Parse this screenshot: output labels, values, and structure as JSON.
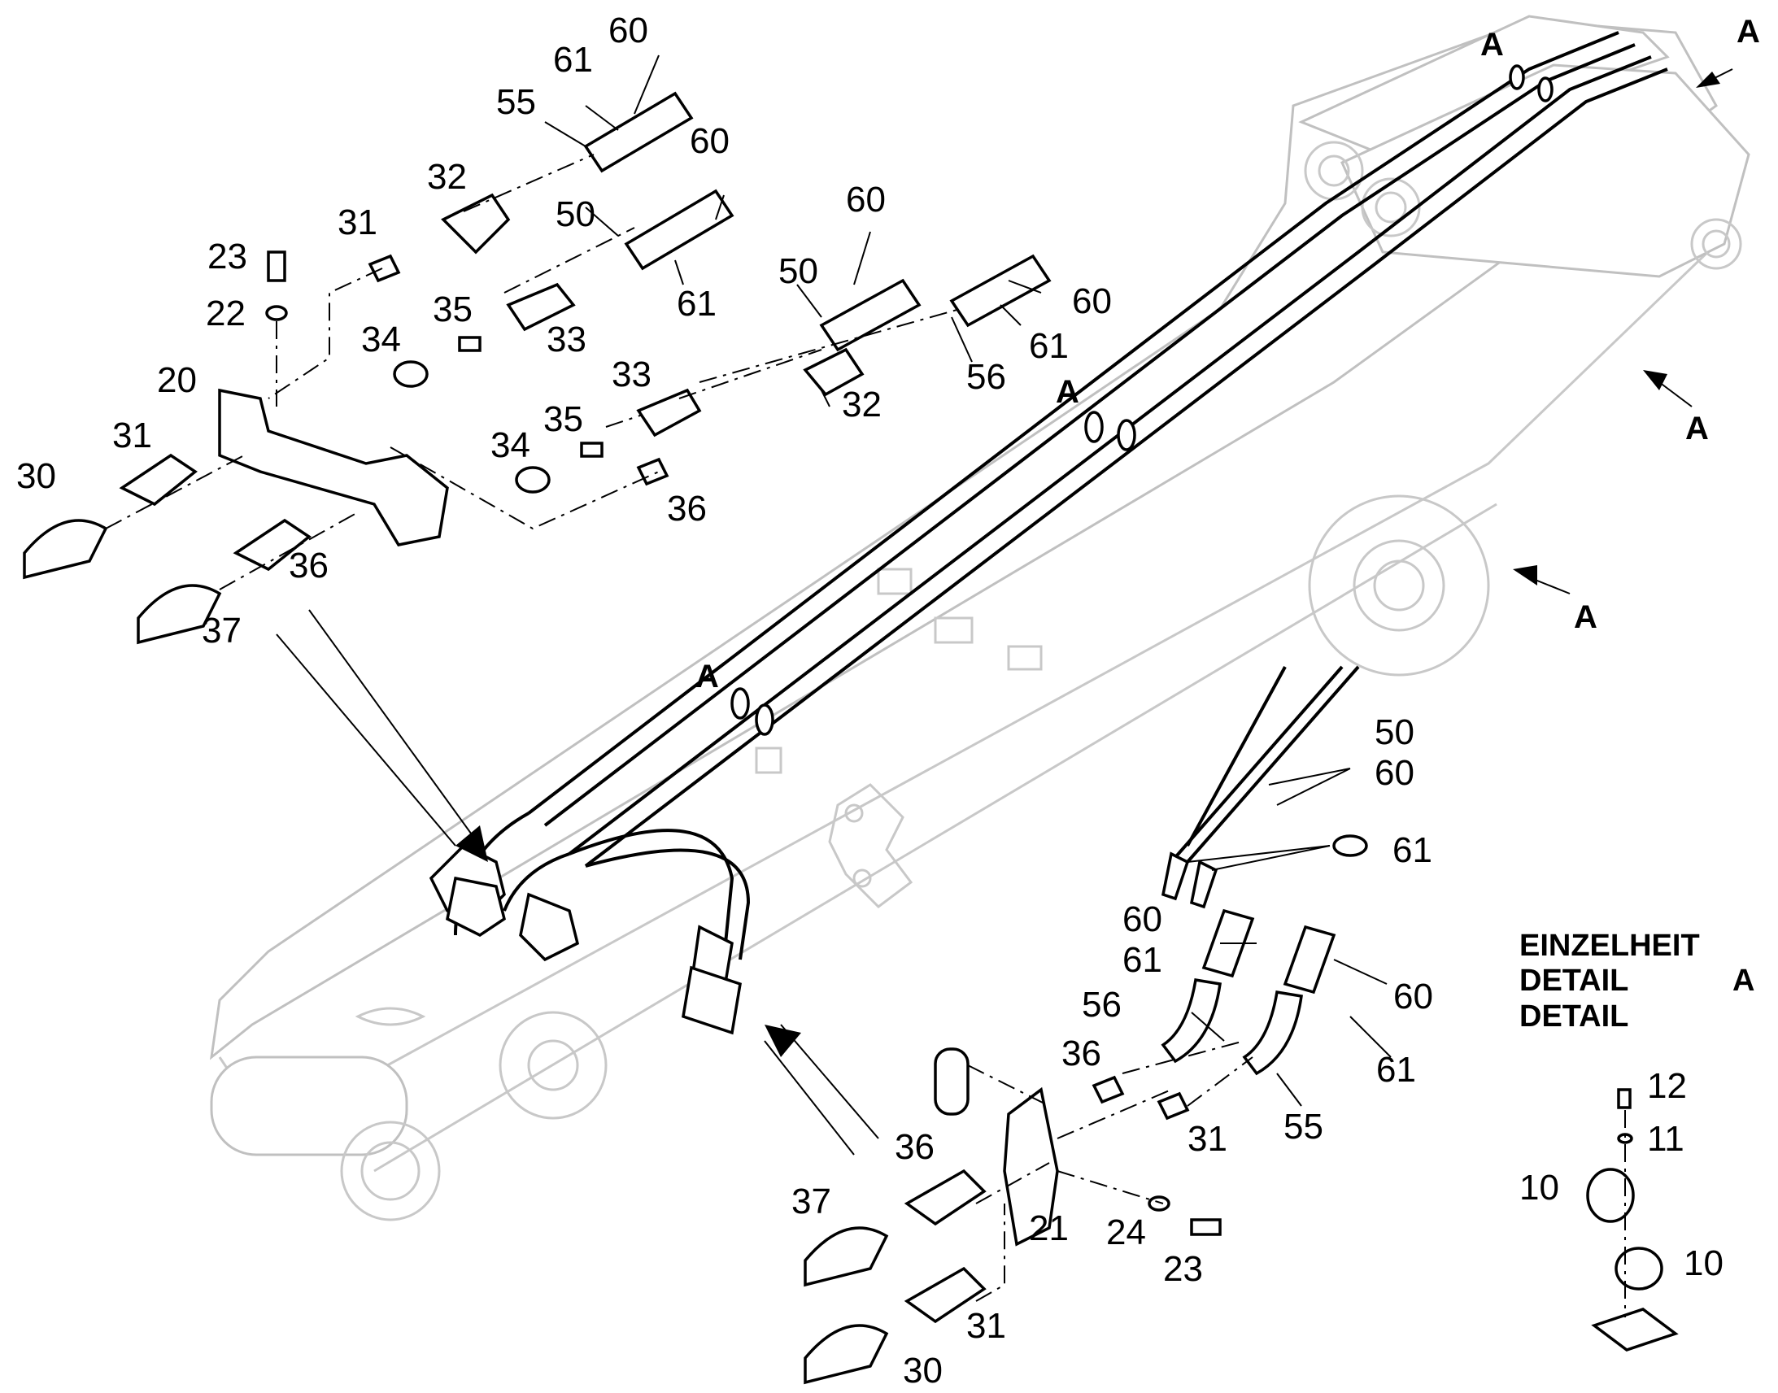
{
  "labels": {
    "l60a": "60",
    "l61a": "61",
    "l55a": "55",
    "l32a": "32",
    "l60b": "60",
    "l31a": "31",
    "l50a": "50",
    "l23a": "23",
    "l61b": "61",
    "l60c": "60",
    "l22": "22",
    "l50b": "50",
    "l35a": "35",
    "l33a": "33",
    "l60d": "60",
    "l34a": "34",
    "l61c": "61",
    "l20": "20",
    "l33b": "33",
    "l56a": "56",
    "l32b": "32",
    "l31b": "31",
    "l34b": "34",
    "l35b": "35",
    "l30a": "30",
    "l36a": "36",
    "l36b": "36",
    "l37a": "37",
    "l50c": "50",
    "l60e": "60",
    "l61d": "61",
    "l60f": "60",
    "l61e": "61",
    "l56b": "56",
    "l60g": "60",
    "l36c": "36",
    "l61f": "61",
    "l31c": "31",
    "l55b": "55",
    "l36d": "36",
    "l37b": "37",
    "l21": "21",
    "l24": "24",
    "l23b": "23",
    "l31d": "31",
    "l30b": "30",
    "l12": "12",
    "l11": "11",
    "l10a": "10",
    "l10b": "10"
  },
  "detail_markers": [
    "A",
    "A",
    "A",
    "A",
    "A",
    "A"
  ],
  "detail_box": {
    "line1": "EINZELHEIT",
    "line2": "DETAIL",
    "line3": "DETAIL",
    "marker": "A"
  }
}
